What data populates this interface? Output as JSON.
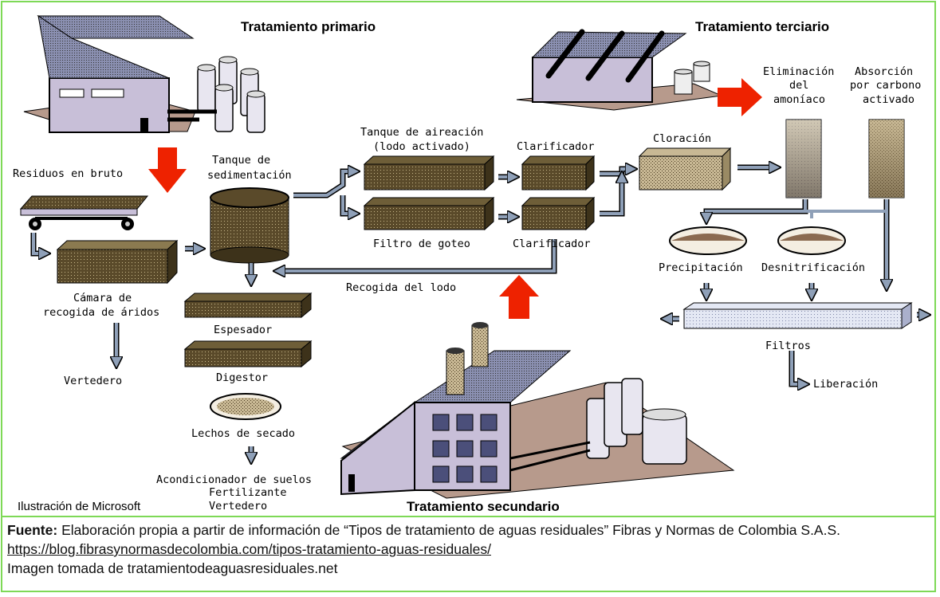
{
  "titles": {
    "primary": "Tratamiento primario",
    "tertiary": "Tratamiento terciario",
    "secondary": "Tratamiento secundario"
  },
  "labels": {
    "raw_waste": "Residuos en bruto",
    "sedimentation_1": "Tanque de",
    "sedimentation_2": "sedimentación",
    "aeration_1": "Tanque de aireación",
    "aeration_2": "(lodo activado)",
    "clarifier_top": "Clarificador",
    "clarifier_bottom": "Clarificador",
    "trickling_filter": "Filtro de goteo",
    "chlorination": "Cloración",
    "ammonia_1": "Eliminación",
    "ammonia_2": "del",
    "ammonia_3": "amoníaco",
    "carbon_1": "Absorción",
    "carbon_2": "por carbono",
    "carbon_3": "activado",
    "grit_1": "Cámara de",
    "grit_2": "recogida de áridos",
    "sludge_collection": "Recogida del lodo",
    "thickener": "Espesador",
    "digester": "Digestor",
    "drying_beds": "Lechos de secado",
    "soil_1": "Acondicionador de suelos",
    "soil_2": "Fertilizante",
    "soil_3": "Vertedero",
    "landfill": "Vertedero",
    "precipitation": "Precipitación",
    "denitrification": "Desnitrificación",
    "filters": "Filtros",
    "release": "Liberación",
    "credit": "Ilustración de Microsoft"
  },
  "caption": {
    "source_label": "Fuente:",
    "source_text": "Elaboración propia a partir de información de “Tipos de tratamiento de aguas residuales” Fibras y Normas de Colombia S.A.S.",
    "url": "https://blog.fibrasynormasdecolombia.com/tipos-tratamiento-aguas-residuales/",
    "image_credit": "Imagen tomada de tratamientodeaguasresiduales.net"
  },
  "colors": {
    "border": "#7ed957",
    "tank": "#5a4a2a",
    "arrow_blue": "#8fa0b8",
    "arrow_red": "#ee2200",
    "building": "#c8bfd8",
    "ground": "#b79a8c"
  }
}
